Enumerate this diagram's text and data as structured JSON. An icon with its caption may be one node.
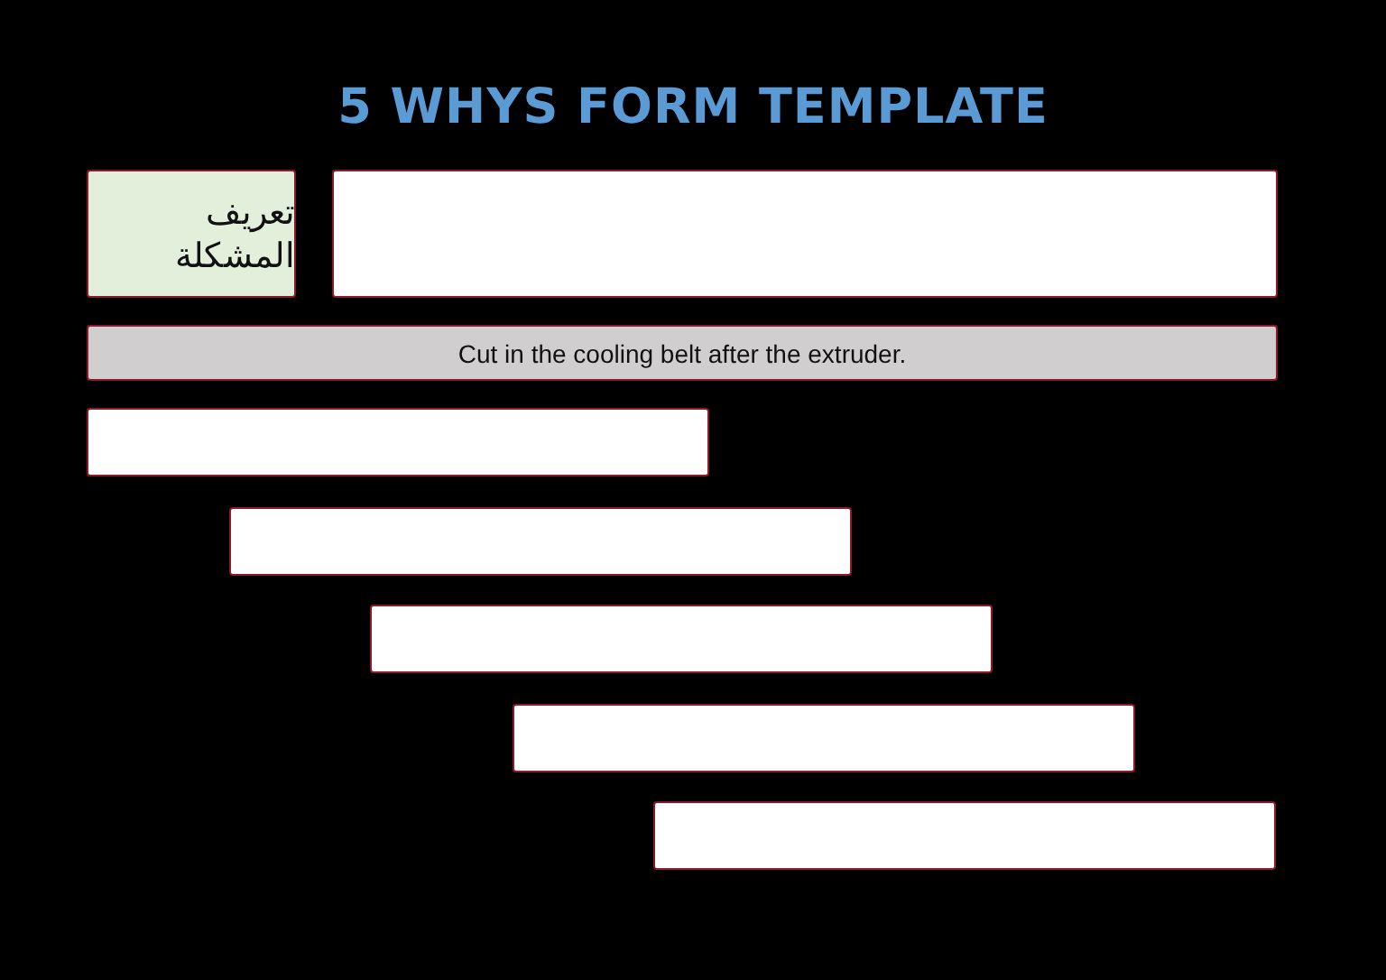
{
  "diagram": {
    "title": "5 WHYS FORM TEMPLATE",
    "nodes": [
      {
        "text": [
          "تعريف المشكلة"
        ]
      },
      {
        "text": [],
        "shape": "box"
      },
      {
        "text": [
          "Cut in the cooling belt after the extruder."
        ]
      },
      {
        "text": [],
        "shape": "box"
      },
      {
        "text": [],
        "shape": "box"
      },
      {
        "text": [],
        "shape": "box"
      },
      {
        "text": [],
        "shape": "box"
      },
      {
        "text": [],
        "shape": "box"
      }
    ]
  }
}
